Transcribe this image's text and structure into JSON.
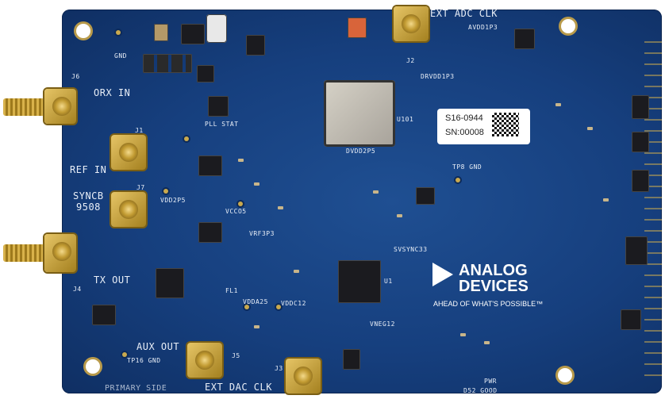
{
  "board": {
    "label": {
      "line1": "S16-0944",
      "line2": "SN:00008"
    },
    "brand": {
      "line1": "ANALOG",
      "line2": "DEVICES",
      "tagline": "AHEAD OF WHAT'S POSSIBLE™"
    },
    "silkscreen": {
      "orx_in": "ORX IN",
      "ref_in": "REF IN",
      "syncb": "SYNCB",
      "syncb_sub": "9508",
      "tx_out": "TX OUT",
      "aux_out": "AUX OUT",
      "ext_adc_clk": "EXT ADC CLK",
      "ext_dac_clk": "EXT DAC CLK",
      "primary_side": "PRIMARY SIDE",
      "pll_stat": "PLL STAT",
      "u101": "U101",
      "u1": "U1",
      "j1": "J1",
      "j2": "J2",
      "j3": "J3",
      "j4": "J4",
      "j5": "J5",
      "j6": "J6",
      "j7": "J7",
      "fl1": "FL1",
      "tp_gnd": "GND",
      "pwr": "PWR",
      "d52_good": "D52 GOOD",
      "vdd2p5": "VDD2P5",
      "drvdd1p3": "DRVDD1P3",
      "avdd1p3": "AVDD1P3",
      "dvdd2p5": "DVDD2P5",
      "vcco5": "VCCO5",
      "vrf3p3": "VRF3P3",
      "vdda25": "VDDA25",
      "vddc12": "VDDC12",
      "vnege12": "VNEG12",
      "svsync33": "SVSYNC33",
      "tp8_gnd": "TP8 GND",
      "tp16_gnd": "TP16 GND"
    }
  }
}
